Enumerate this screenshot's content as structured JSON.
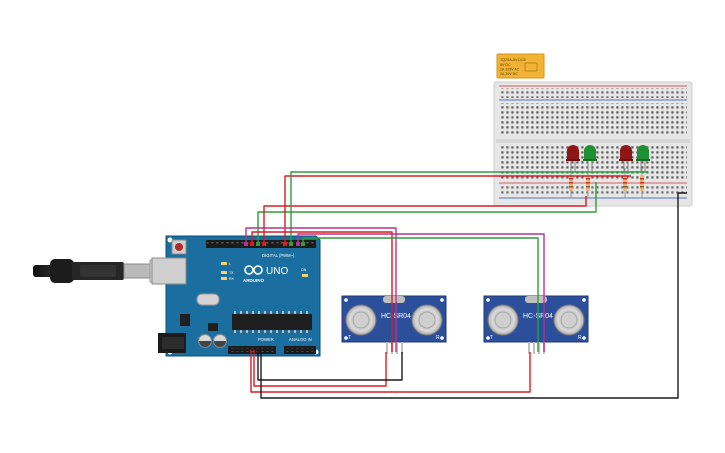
{
  "arduino": {
    "brand_label": "ARDUINO",
    "model_label": "UNO",
    "digital_header_label": "DIGITAL (PWM~)",
    "power_label": "POWER",
    "analog_label": "ANALOG IN",
    "led_labels": [
      "L",
      "TX",
      "RX"
    ],
    "on_label": "ON"
  },
  "sensors": [
    {
      "model_label": "HC-SR04",
      "left_mark": "T",
      "right_mark": "R"
    },
    {
      "model_label": "HC-SR04",
      "left_mark": "T",
      "right_mark": "R"
    }
  ],
  "relay_lines": [
    "TQ2SA-5V-DC5",
    "5V DC",
    "2A 125V AC",
    "2A 30V DC"
  ],
  "colors": {
    "board": "#1a6fa0",
    "board_dark": "#0e4f75",
    "sensor": "#2c4f9b",
    "wire_red": "#d81d24",
    "wire_green": "#2e9e3a",
    "wire_magenta": "#b3348f",
    "wire_black": "#1a1a1a",
    "breadboard": "#e9e9e9",
    "relay": "#f2b233"
  },
  "leds": [
    {
      "color": "red"
    },
    {
      "color": "green"
    },
    {
      "color": "red"
    },
    {
      "color": "green"
    }
  ]
}
